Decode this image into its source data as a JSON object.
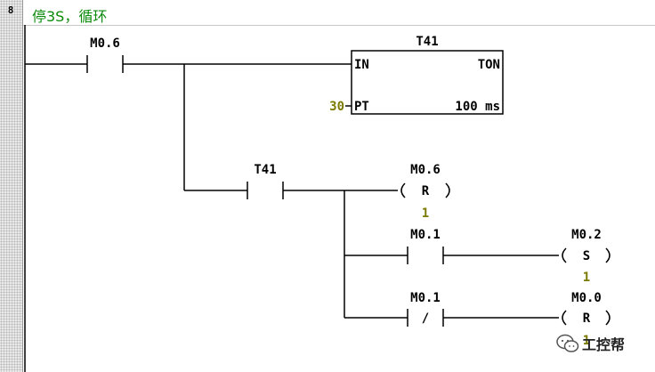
{
  "network": {
    "number": "8",
    "comment": "停3S，循环"
  },
  "timer": {
    "name": "T41",
    "in_label": "IN",
    "type_label": "TON",
    "pt_value": "30",
    "pt_label": "PT",
    "resolution": "100 ms"
  },
  "contacts": {
    "c1": "M0.6",
    "c2": "T41",
    "c3": "M0.1",
    "c4": "M0.1",
    "c4_symbol": "/"
  },
  "coils": {
    "k1": {
      "address": "M0.6",
      "op": "R",
      "count": "1"
    },
    "k2": {
      "address": "M0.2",
      "op": "S",
      "count": "1"
    },
    "k3": {
      "address": "M0.0",
      "op": "R",
      "count": "1"
    }
  },
  "watermark": {
    "text": "工控帮",
    "icon": "wechat-icon"
  }
}
